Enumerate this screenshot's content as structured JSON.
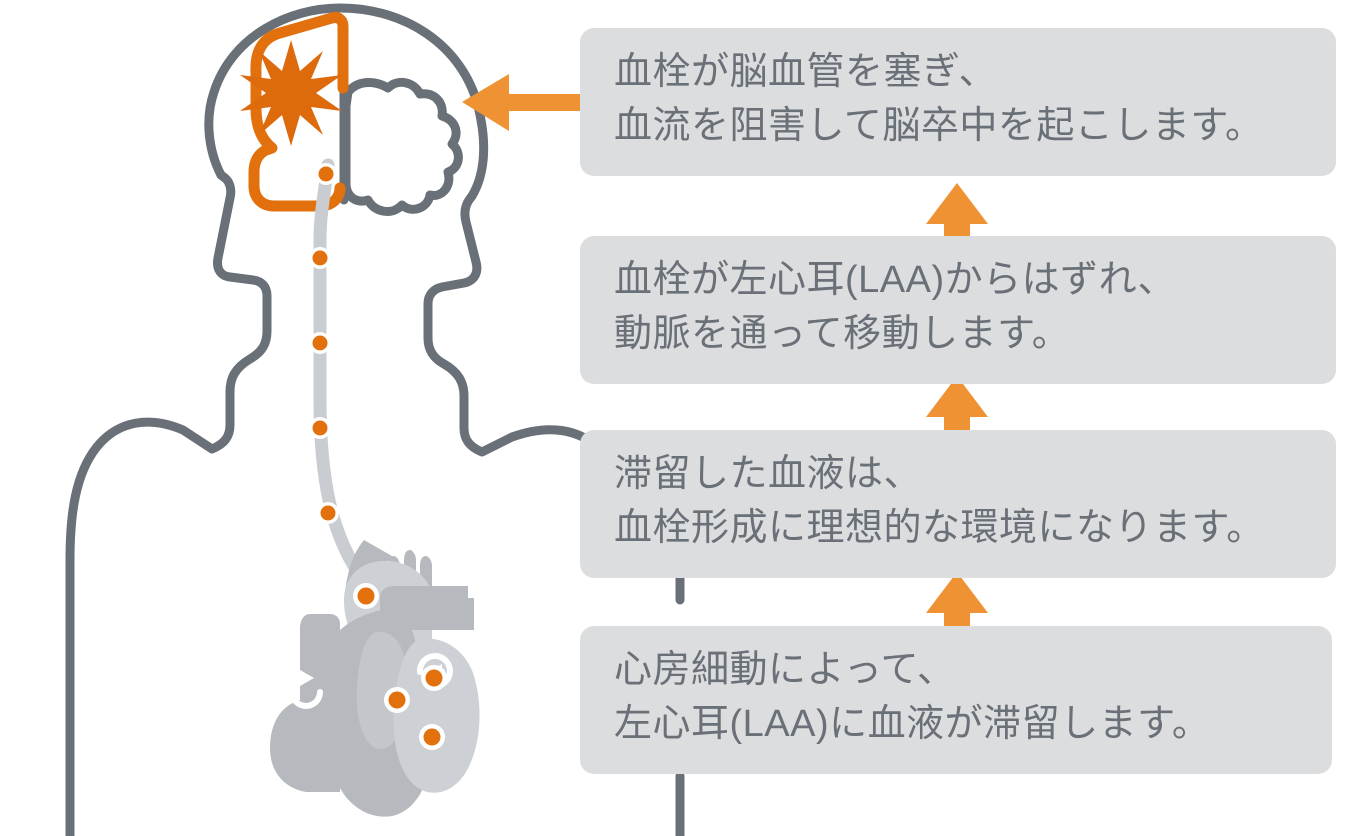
{
  "colors": {
    "accent_orange": "#ef9234",
    "clot_orange": "#e2700c",
    "burst_orange": "#dd6b0c",
    "outline_gray": "#6a7077",
    "box_gray": "#dcdddf",
    "vessel_gray": "#c9ccd0",
    "heart_gray": "#b6babf",
    "heart_light_gray": "#cdd1d5",
    "text_gray": "#6a7077",
    "background": "#ffffff"
  },
  "illustration": {
    "head_label": "human-head-profile",
    "brain_label": "brain-outline",
    "affected_hemisphere_label": "left-hemisphere-vessel",
    "burst_label": "stroke-burst",
    "artery_label": "carotid-artery-path",
    "heart_label": "heart-anatomy",
    "clot_label": "blood-clot-marker",
    "clot_count_artery": 5,
    "clot_count_heart": 4
  },
  "callouts": [
    {
      "id": "stroke",
      "name": "callout-stroke",
      "line1": "血栓が脳血管を塞ぎ、",
      "line2": "血流を阻害して脳卒中を起こします。"
    },
    {
      "id": "embolus",
      "name": "callout-embolus",
      "line1": "血栓が左心耳(LAA)からはずれ、",
      "line2": "動脈を通って移動します。"
    },
    {
      "id": "stasis",
      "name": "callout-stasis",
      "line1": "滞留した血液は、",
      "line2": "血栓形成に理想的な環境になります。"
    },
    {
      "id": "afib",
      "name": "callout-afib",
      "line1": "心房細動によって、",
      "line2": "左心耳(LAA)に血液が滞留します。"
    }
  ],
  "arrows": {
    "to_brain": "arrow-left-to-brain",
    "between_1": "arrow-up-stasis-to-embolus",
    "between_2": "arrow-up-embolus-to-stroke",
    "between_3": "arrow-up-afib-to-stasis"
  }
}
